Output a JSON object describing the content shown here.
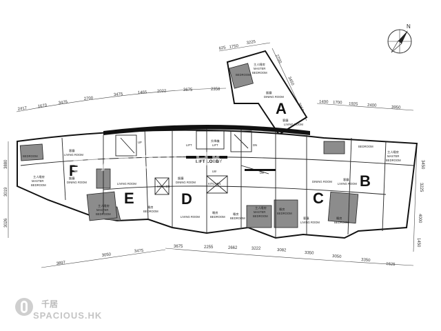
{
  "compass": {
    "north_label": "N"
  },
  "lift_lobby": "LIFT LOBBY",
  "watermark": "SPACIOUS.HK",
  "brand": {
    "chinese": "千居",
    "english": "SPACIOUS.HK"
  },
  "units": [
    {
      "label": "A"
    },
    {
      "label": "B"
    },
    {
      "label": "C"
    },
    {
      "label": "D"
    },
    {
      "label": "E"
    },
    {
      "label": "F"
    }
  ],
  "rooms": {
    "master_bedroom_cn": "主人睡房",
    "master_bedroom": "MASTER",
    "master_bedroom2": "BEDROOM",
    "bedroom_cn": "睡房",
    "bedroom": "BEDROOM",
    "living_room_cn": "客廳",
    "living_room": "LIVING ROOM",
    "dining_room_cn": "飯廳",
    "dining_room": "DINING ROOM",
    "kitchen": "KITCHEN",
    "lift": "LIFT",
    "lift_cn": "升降機",
    "lw": "LW",
    "up": "UP",
    "dn": "DN"
  },
  "dimensions": {
    "top_row": [
      "2417",
      "1673",
      "3475",
      "2700",
      "3475",
      "1465",
      "2022",
      "3675",
      "2358"
    ],
    "top_right": [
      "1400",
      "1700",
      "1925",
      "2400",
      "3950"
    ],
    "unit_a_top": [
      "625",
      "1750",
      "3225"
    ],
    "unit_a_side": [
      "2700",
      "3450",
      "3950"
    ],
    "left_side": [
      "3880",
      "3019",
      "3026"
    ],
    "right_side": [
      "3450",
      "3225",
      "4000",
      "1450"
    ],
    "bottom_left": [
      "3897",
      "3050",
      "3475"
    ],
    "bottom_row": [
      "3675",
      "2255",
      "2662",
      "3222",
      "3082",
      "3350",
      "3050",
      "3350",
      "1625"
    ]
  }
}
